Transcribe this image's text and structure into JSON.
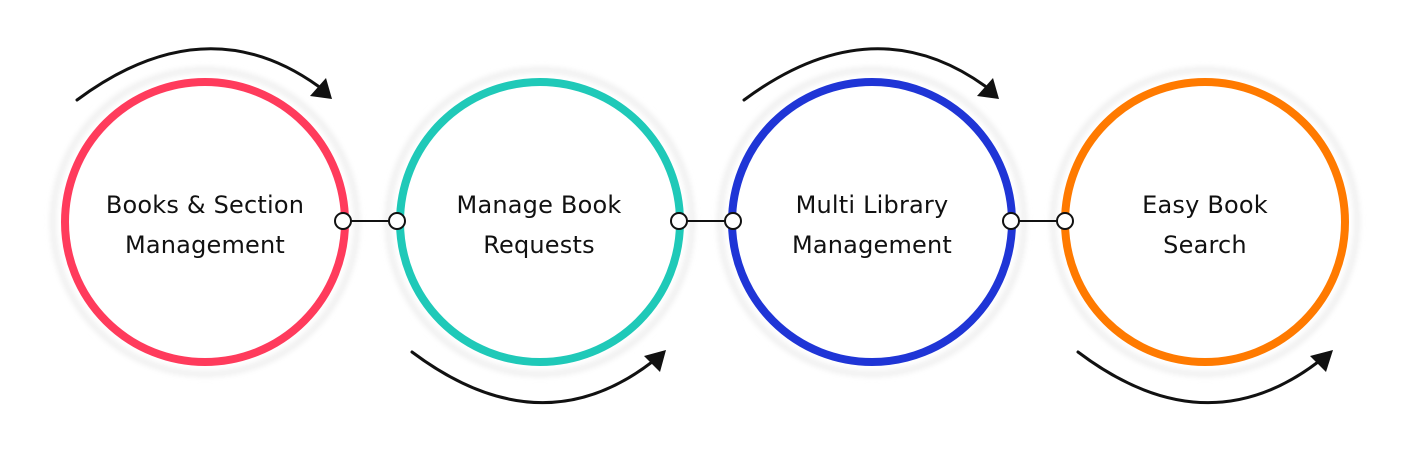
{
  "steps": [
    {
      "line1": "Books & Section",
      "line2": "Management",
      "ring_color": "#ff3b5c"
    },
    {
      "line1": "Manage Book",
      "line2": "Requests",
      "ring_color": "#1fc9b8"
    },
    {
      "line1": "Multi Library",
      "line2": "Management",
      "ring_color": "#1f35d6"
    },
    {
      "line1": "Easy Book",
      "line2": "Search",
      "ring_color": "#ff7a00"
    }
  ],
  "arrow_color": "#111111",
  "connector_color": "#111111",
  "shadow_color": "#ececec"
}
